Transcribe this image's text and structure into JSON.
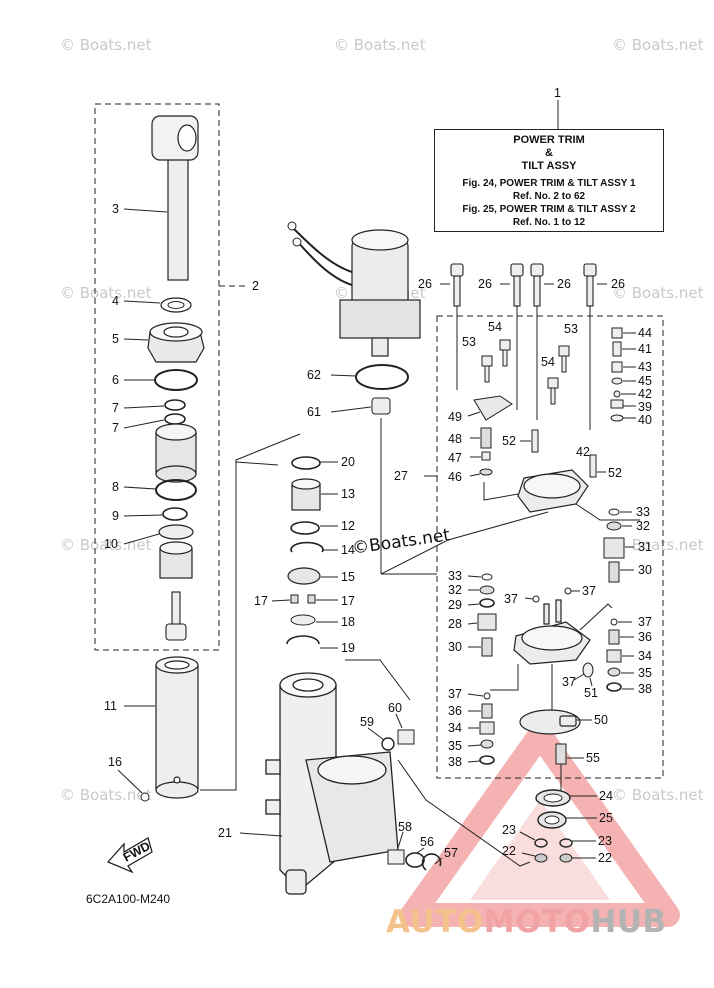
{
  "watermarks": [
    "© Boats.net",
    "© Boats.net",
    "© Boats.net",
    "© Boats.net",
    "© Boats.net",
    "© Boats.net",
    "© Boats.net",
    "© Boats.net",
    "© Boats.net",
    "© Boats.net"
  ],
  "center_watermark": "©Boats.net",
  "title_box": {
    "line1": "POWER TRIM",
    "line2": "&",
    "line3": "TILT ASSY",
    "ref1a": "Fig. 24, POWER TRIM & TILT ASSY 1",
    "ref1b": "Ref. No. 2 to 62",
    "ref2a": "Fig. 25, POWER TRIM & TILT ASSY 2",
    "ref2b": "Ref. No. 1 to 12"
  },
  "figure_code": "6C2A100-M240",
  "fwd_label": "FWD",
  "logo": {
    "part1": "AUTO",
    "part2": "MOTO",
    "part3": "HUB"
  },
  "callouts": {
    "c1": "1",
    "c2": "2",
    "c3": "3",
    "c4": "4",
    "c5": "5",
    "c6": "6",
    "c7a": "7",
    "c7b": "7",
    "c8": "8",
    "c9": "9",
    "c10": "10",
    "c11": "11",
    "c16": "16",
    "c21": "21",
    "c20": "20",
    "c13": "13",
    "c12": "12",
    "c14": "14",
    "c15": "15",
    "c17a": "17",
    "c17b": "17",
    "c18": "18",
    "c19": "19",
    "c62": "62",
    "c61": "61",
    "c59": "59",
    "c60": "60",
    "c58": "58",
    "c56": "56",
    "c57": "57",
    "c26a": "26",
    "c26b": "26",
    "c26c": "26",
    "c26d": "26",
    "c53a": "53",
    "c54a": "54",
    "c53b": "53",
    "c54b": "54",
    "c49": "49",
    "c48": "48",
    "c47": "47",
    "c46": "46",
    "c52a": "52",
    "c52b": "52",
    "c42a": "42",
    "c27": "27",
    "c44": "44",
    "c41": "41",
    "c43": "43",
    "c45": "45",
    "c42b": "42",
    "c39": "39",
    "c40": "40",
    "c33a": "33",
    "c32a": "32",
    "c31": "31",
    "c30a": "30",
    "c33b": "33",
    "c32b": "32",
    "c29": "29",
    "c28": "28",
    "c30b": "30",
    "c37a": "37",
    "c37b": "37",
    "c37c": "37",
    "c36a": "36",
    "c34a": "34",
    "c35a": "35",
    "c38a": "38",
    "c37d": "37",
    "c51": "51",
    "c37e": "37",
    "c36b": "36",
    "c34b": "34",
    "c35b": "35",
    "c38b": "38",
    "c50": "50",
    "c55": "55",
    "c24": "24",
    "c25": "25",
    "c23a": "23",
    "c23b": "23",
    "c22a": "22",
    "c22b": "22"
  }
}
